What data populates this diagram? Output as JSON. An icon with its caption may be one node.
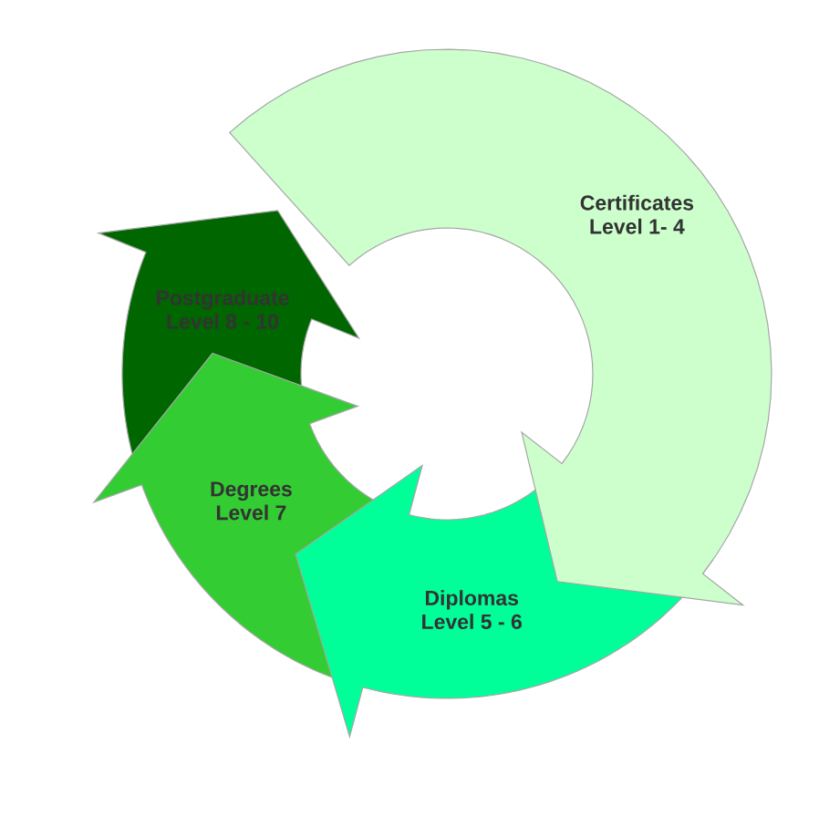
{
  "diagram": {
    "nodes": [
      {
        "text": [
          "Certificates",
          "Level 1- 4"
        ]
      },
      {
        "text": [
          "Diplomas",
          "Level 5 - 6"
        ]
      },
      {
        "text": [
          "Degrees",
          "Level 7"
        ]
      },
      {
        "text": [
          "Postgraduate",
          "Level 8 - 10"
        ]
      }
    ]
  }
}
